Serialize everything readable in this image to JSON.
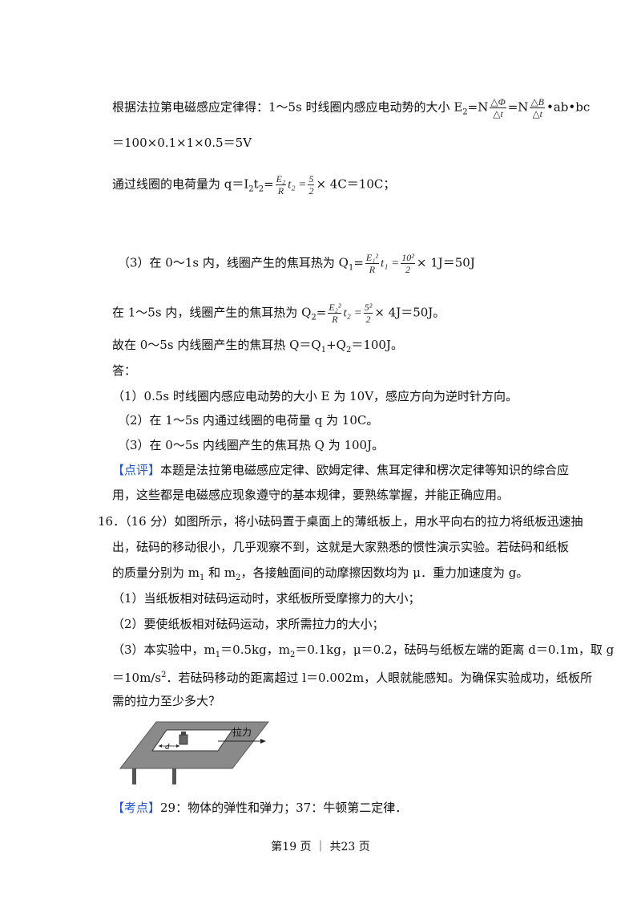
{
  "lines": {
    "l1_a": "根据法拉第电磁感应定律得：1～5s 时线圈内感应电动势的大小 E",
    "l1_sub": "2",
    "l1_b": "=N",
    "l1_f1_num": "△Φ",
    "l1_f1_den": "△t",
    "l1_c": "=N",
    "l1_f2_num": "△B",
    "l1_f2_den": "△t",
    "l1_d": "•ab•bc",
    "l2": "＝100×0.1×1×0.5＝5V",
    "l3_a": "通过线圈的电荷量为 q＝I",
    "l3_sub1": "2",
    "l3_b": "t",
    "l3_sub2": "2",
    "l3_c": "=",
    "l3_f1_num": "E₂",
    "l3_f1_den": "R",
    "l3_d": "t₂ =",
    "l3_f2_num": "5",
    "l3_f2_den": "2",
    "l3_e": "× 4C＝10C；",
    "l4_a": "（3）在 0～1s 内，线圈产生的焦耳热为 Q",
    "l4_sub": "1",
    "l4_b": "=",
    "l4_f1_num": "E₁²",
    "l4_f1_den": "R",
    "l4_c": "t₁ =",
    "l4_f2_num": "10²",
    "l4_f2_den": "2",
    "l4_d": "× 1J＝50J",
    "l5_a": "在 1～5s 内，线圈产生的焦耳热为 Q",
    "l5_sub": "2",
    "l5_b": "=",
    "l5_f1_num": "E₂²",
    "l5_f1_den": "R",
    "l5_c": "t₂ =",
    "l5_f2_num": "5²",
    "l5_f2_den": "2",
    "l5_d": "× 4J＝50J。",
    "l6_a": "故在 0～5s 内线圈产生的焦耳热 Q＝Q",
    "l6_sub1": "1",
    "l6_b": "+Q",
    "l6_sub2": "2",
    "l6_c": "＝100J。",
    "l7": "答：",
    "l8": "（1）0.5s 时线圈内感应电动势的大小 E 为 10V，感应方向为逆时针方向。",
    "l9": "（2）在 1～5s 内通过线圈的电荷量 q 为 10C。",
    "l10": "（3）在 0～5s 内线圈产生的焦耳热 Q 为 100J。",
    "l11_tag": "【点评】",
    "l11": "本题是法拉第电磁感应定律、欧姆定律、焦耳定律和楞次定律等知识的综合应",
    "l12": "用，这些都是电磁感应现象遵守的基本规律，要熟练掌握，并能正确应用。",
    "l13": "16．（16 分）如图所示，将小砝码置于桌面上的薄纸板上，用水平向右的拉力将纸板迅速抽",
    "l14": "出，砝码的移动很小，几乎观察不到，这就是大家熟悉的惯性演示实验。若砝码和纸板",
    "l15_a": "的质量分别为 m",
    "l15_sub1": "1",
    "l15_b": " 和 m",
    "l15_sub2": "2",
    "l15_c": "，各接触面间的动摩擦因数均为 μ．重力加速度为 g。",
    "l16": "（1）当纸板相对砝码运动时，求纸板所受摩擦力的大小；",
    "l17": "（2）要使纸板相对砝码运动，求所需拉力的大小；",
    "l18_a": "（3）本实验中，m",
    "l18_sub1": "1",
    "l18_b": "＝0.5kg，m",
    "l18_sub2": "2",
    "l18_c": "＝0.1kg，μ＝0.2，砝码与纸板左端的距离 d＝0.1m，取 g",
    "l19_a": "＝10m/s",
    "l19_sup": "2",
    "l19_b": "．若砝码移动的距离超过 l＝0.002m，人眼就能感知。为确保实验成功，纸板所",
    "l20": "需的拉力至少多大？",
    "fig_label_force": "拉力",
    "fig_label_d": "d",
    "l21_tag": "【考点】",
    "l21": "29：物体的弹性和弹力；37：牛顿第二定律．",
    "footer": "第19 页 ｜ 共23 页"
  }
}
